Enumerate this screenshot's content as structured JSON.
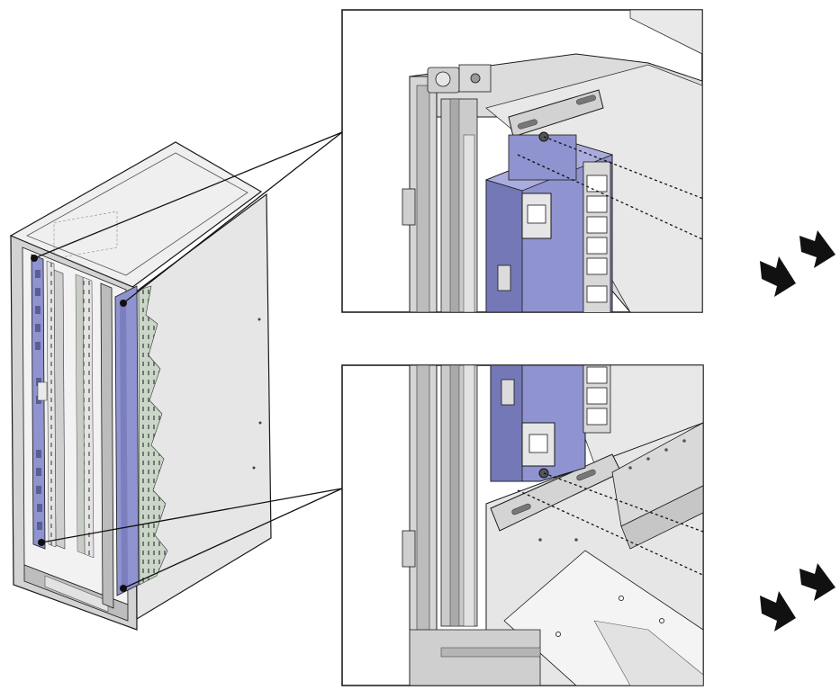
{
  "figure": {
    "subject": "rack-pdu-mounting-bracket-screw-removal",
    "views": [
      "rack-overview",
      "detail-top",
      "detail-bottom"
    ],
    "colors": {
      "pdu": "#8f93cf",
      "pdu_dark": "#6e72b2",
      "rack_frame": "#c9cacb",
      "rack_panel": "#d9d9d9",
      "line": "#1a1a1a",
      "arrow": "#111111",
      "background": "#ffffff"
    },
    "icons": [
      "screw-icon",
      "washer-icon",
      "removal-arrow-icon",
      "callout-marker-icon",
      "outlet-icon"
    ]
  }
}
